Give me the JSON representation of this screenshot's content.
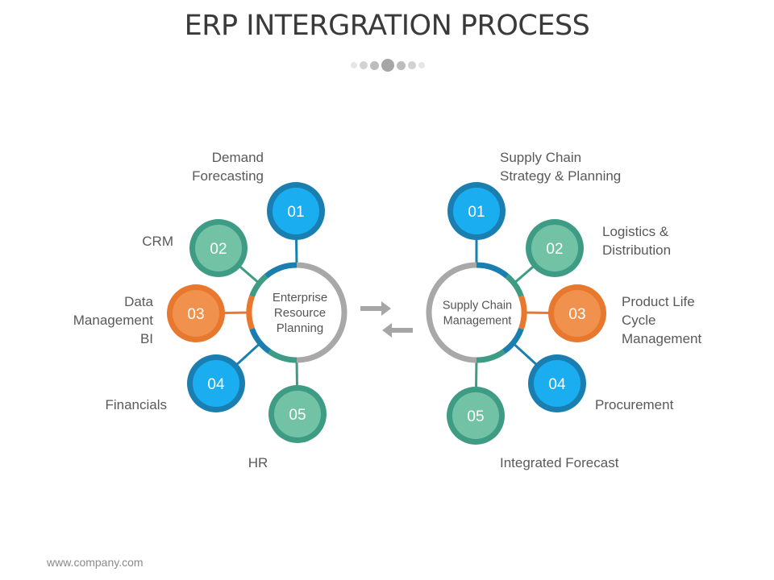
{
  "title": "ERP INTERGRATION PROCESS",
  "footer": "www.company.com",
  "colors": {
    "blue_fill": "#1aaef0",
    "blue_ring": "#1a7fb0",
    "teal_fill": "#72c2a6",
    "teal_ring": "#3e9c84",
    "orange_fill": "#f0914e",
    "orange_ring": "#e8782e",
    "gray_ring": "#a8a8a8",
    "text": "#595959"
  },
  "left_hub": {
    "label": "Enterprise\nResource\nPlanning",
    "nodes": [
      {
        "number": "01",
        "label": "Demand\nForecasting",
        "color": "blue"
      },
      {
        "number": "02",
        "label": "CRM",
        "color": "teal"
      },
      {
        "number": "03",
        "label": "Data\nManagement\nBI",
        "color": "orange"
      },
      {
        "number": "04",
        "label": "Financials",
        "color": "blue"
      },
      {
        "number": "05",
        "label": "HR",
        "color": "teal"
      }
    ]
  },
  "right_hub": {
    "label": "Supply Chain\nManagement",
    "nodes": [
      {
        "number": "01",
        "label": "Supply Chain\nStrategy & Planning",
        "color": "blue"
      },
      {
        "number": "02",
        "label": "Logistics &\nDistribution",
        "color": "teal"
      },
      {
        "number": "03",
        "label": "Product Life\nCycle\nManagement",
        "color": "orange"
      },
      {
        "number": "04",
        "label": "Procurement",
        "color": "blue"
      },
      {
        "number": "05",
        "label": "Integrated Forecast",
        "color": "teal"
      }
    ]
  },
  "arrows": [
    {
      "direction": "right",
      "meaning": "ERP to SCM"
    },
    {
      "direction": "left",
      "meaning": "SCM to ERP"
    }
  ]
}
